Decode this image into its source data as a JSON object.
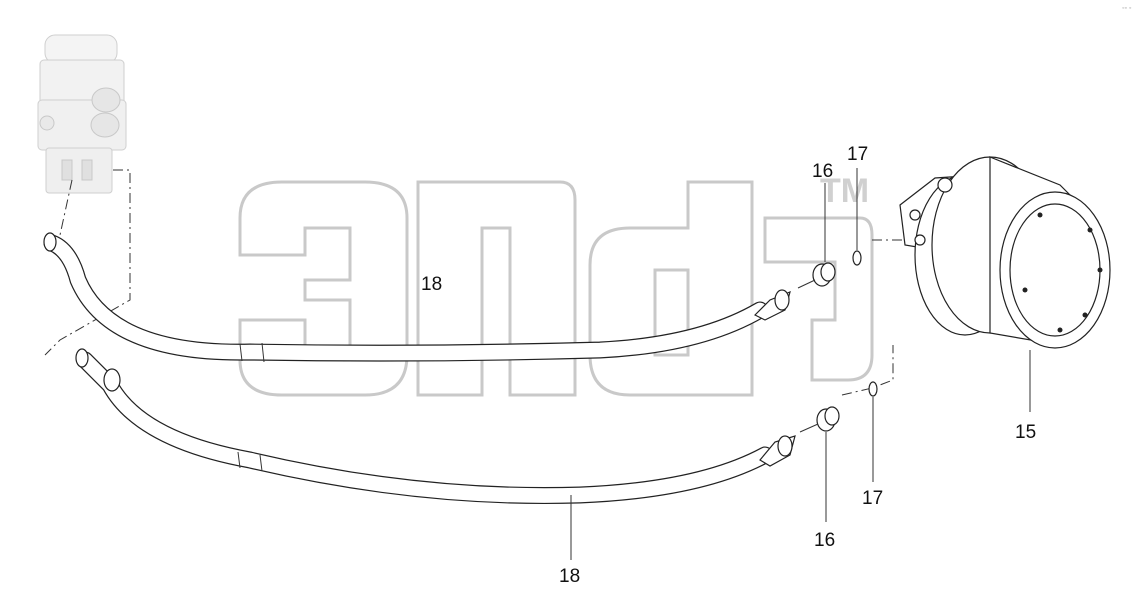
{
  "diagram": {
    "watermark_tm": "TM",
    "callouts": {
      "c15": "15",
      "c16_top": "16",
      "c16_bottom": "16",
      "c17_top": "17",
      "c17_bottom": "17",
      "c18_top": "18",
      "c18_bottom": "18"
    },
    "corner_mark": "◦◦ ◦",
    "colors": {
      "line": "#222222",
      "watermark": "#c9c9c9",
      "background": "#ffffff"
    }
  }
}
